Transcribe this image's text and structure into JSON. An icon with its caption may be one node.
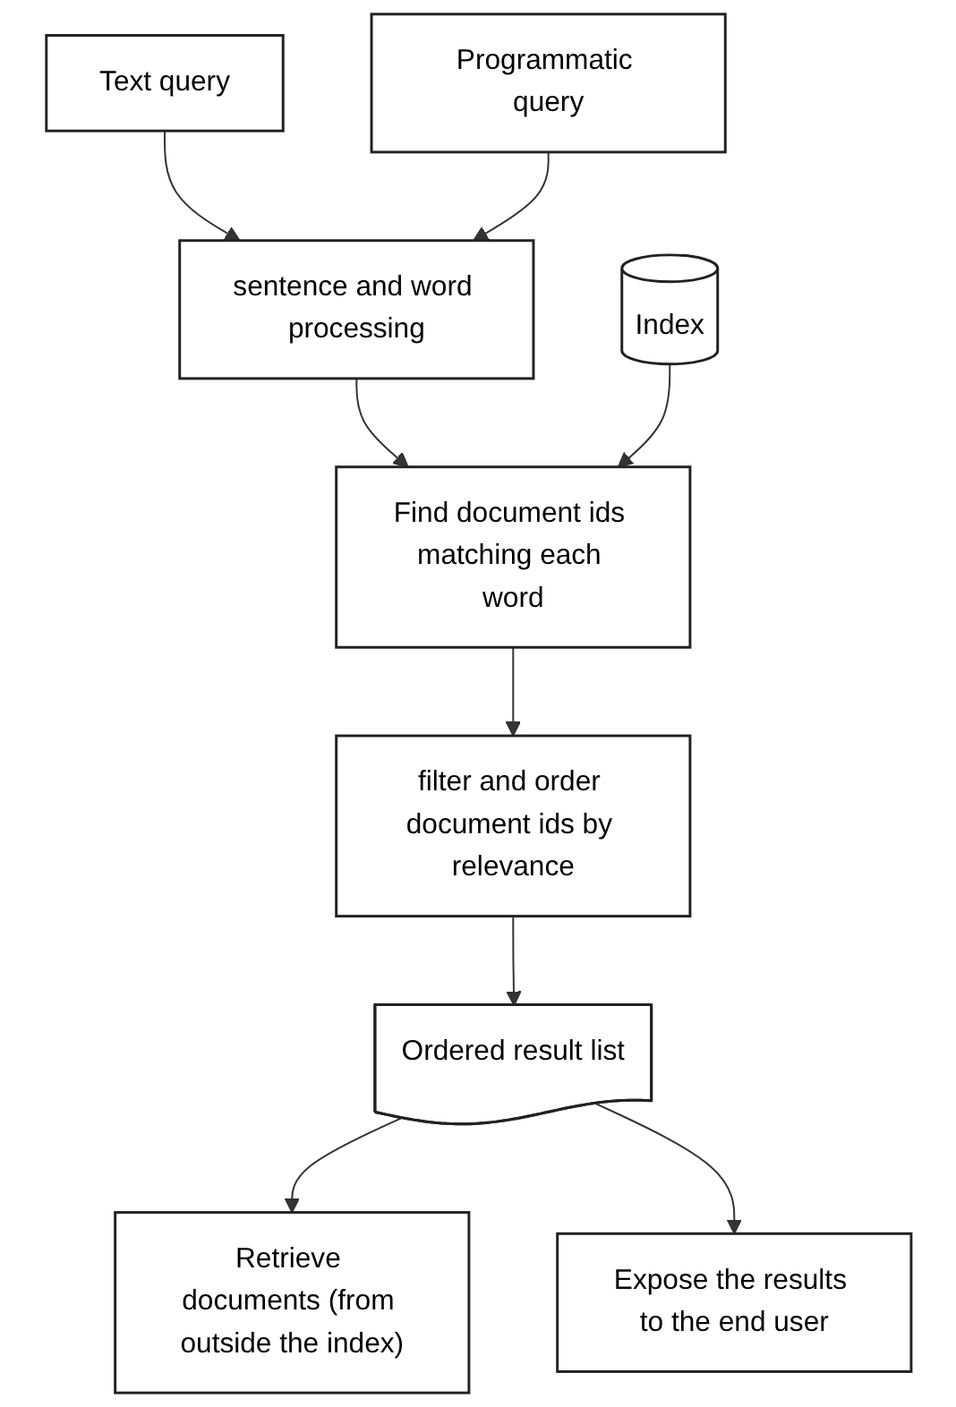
{
  "diagram": {
    "nodes": [
      {
        "text": [
          "Text query"
        ]
      },
      {
        "text": [
          "Programmatic query"
        ]
      },
      {
        "text": [
          "sentence and word processing"
        ]
      },
      {
        "text": [
          "Index"
        ]
      },
      {
        "text": [
          "Find document ids matching each word"
        ]
      },
      {
        "text": [
          "filter and order document ids by relevance"
        ]
      },
      {
        "text": [
          "Ordered result list"
        ]
      },
      {
        "text": [
          "Retrieve documents (from outside the index)"
        ]
      },
      {
        "text": [
          "Expose the results to the end user"
        ]
      }
    ],
    "edges": [
      {
        "from": 0,
        "to": 2,
        "arrow": "to"
      },
      {
        "from": 1,
        "to": 2,
        "arrow": "to"
      },
      {
        "from": 2,
        "to": 4,
        "arrow": "to"
      },
      {
        "from": 3,
        "to": 4,
        "arrow": "to"
      },
      {
        "from": 4,
        "to": 5,
        "arrow": "to"
      },
      {
        "from": 5,
        "to": 6,
        "arrow": "to"
      },
      {
        "from": 6,
        "to": 7,
        "arrow": "to"
      },
      {
        "from": 6,
        "to": 8,
        "arrow": "to"
      }
    ]
  }
}
